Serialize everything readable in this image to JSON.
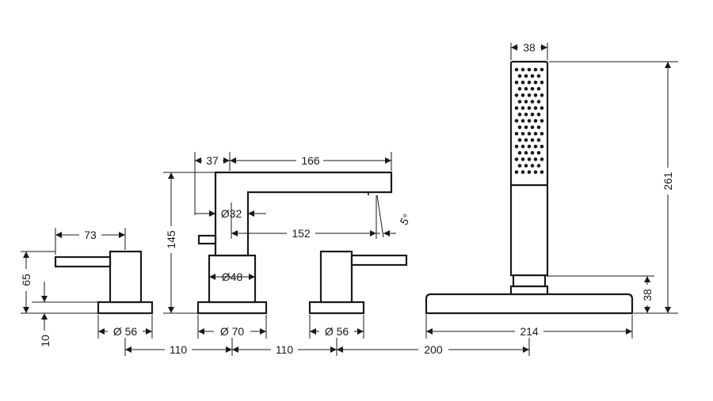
{
  "dimensions": {
    "d38_top": "38",
    "d37": "37",
    "d166": "166",
    "d73": "73",
    "d32": "Ø32",
    "d152": "152",
    "angle5": "5°",
    "d145": "145",
    "d65": "65",
    "d48": "Ø48",
    "d261": "261",
    "d38_side": "38",
    "d10": "10",
    "d56_left": "Ø 56",
    "d70": "Ø 70",
    "d56_right": "Ø 56",
    "d214": "214",
    "d110_a": "110",
    "d110_b": "110",
    "d200": "200"
  }
}
